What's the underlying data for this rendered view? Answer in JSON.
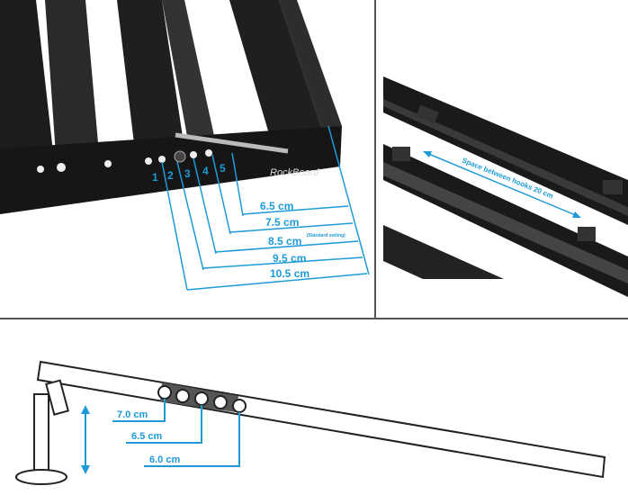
{
  "height_settings": {
    "holes": [
      "1",
      "2",
      "3",
      "4",
      "5"
    ],
    "heights": [
      "6.5 cm",
      "7.5 cm",
      "8.5 cm",
      "9.5 cm",
      "10.5 cm"
    ],
    "standard_note": "(Standard setting)"
  },
  "hooks": {
    "label": "Space between hooks 20 cm"
  },
  "side_view": {
    "heights": [
      "7.0 cm",
      "6.5 cm",
      "6.0 cm"
    ]
  },
  "colors": {
    "accent": "#1e9bd7",
    "frame": "#1a1a1a"
  }
}
